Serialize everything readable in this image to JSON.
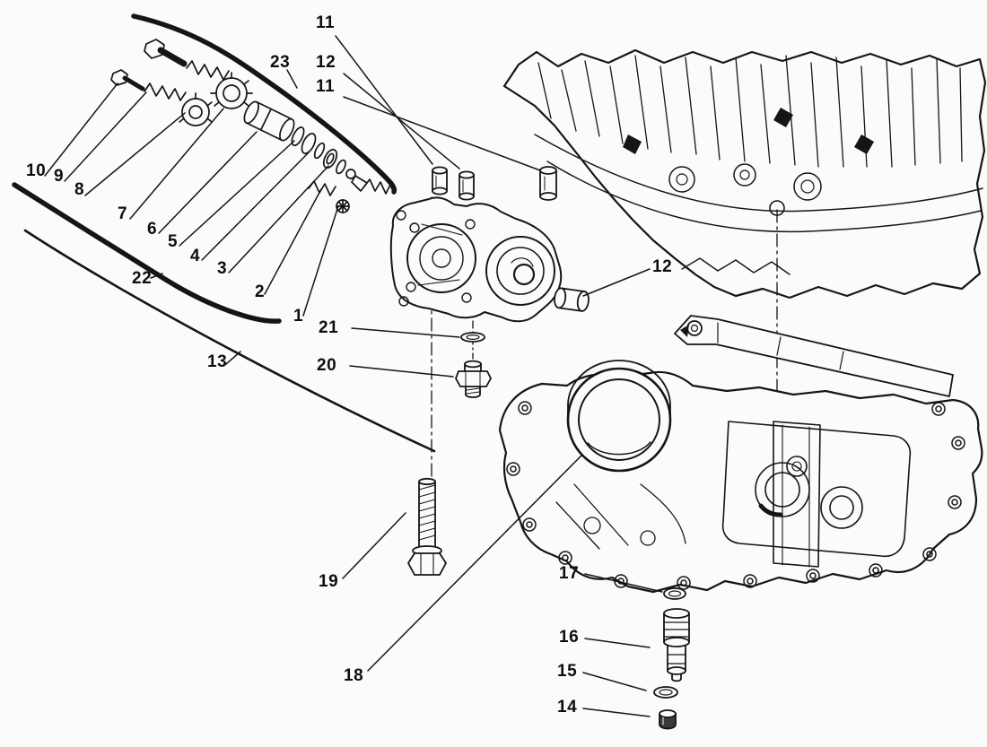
{
  "page": {
    "background": "#fbfbfb",
    "ink_color": "#151515"
  },
  "diagram": {
    "callouts": [
      {
        "label": "11"
      },
      {
        "label": "23"
      },
      {
        "label": "12"
      },
      {
        "label": "11"
      },
      {
        "label": "10"
      },
      {
        "label": "9"
      },
      {
        "label": "8"
      },
      {
        "label": "7"
      },
      {
        "label": "6"
      },
      {
        "label": "5"
      },
      {
        "label": "4"
      },
      {
        "label": "3"
      },
      {
        "label": "2"
      },
      {
        "label": "1"
      },
      {
        "label": "22"
      },
      {
        "label": "13"
      },
      {
        "label": "21"
      },
      {
        "label": "20"
      },
      {
        "label": "12"
      },
      {
        "label": "19"
      },
      {
        "label": "18"
      },
      {
        "label": "17"
      },
      {
        "label": "16"
      },
      {
        "label": "15"
      },
      {
        "label": "14"
      }
    ]
  }
}
